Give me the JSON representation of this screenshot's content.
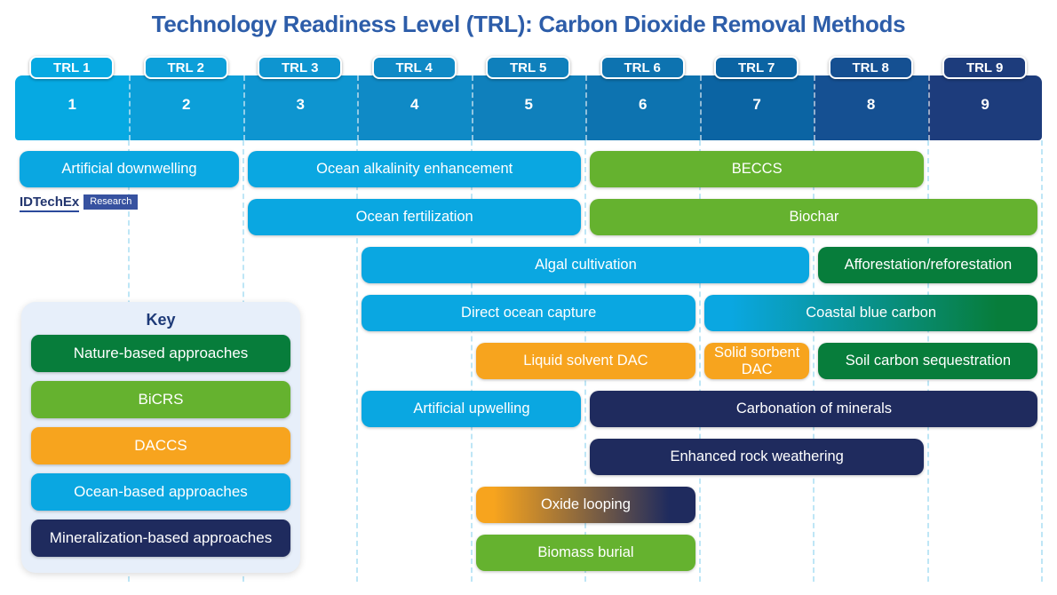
{
  "title": "Technology Readiness Level (TRL): Carbon Dioxide Removal Methods",
  "logo": {
    "name": "IDTechEx",
    "tag": "Research"
  },
  "palette": {
    "ocean": "#0aa7e1",
    "bicrs": "#65b22f",
    "nature": "#077d3b",
    "daccs": "#f7a41e",
    "mineral": "#1f2b5e",
    "title_color": "#2d5da9",
    "gridline": "#c9e2f4",
    "key_bg": "#e7effa",
    "column_colors": [
      "#06a9e2",
      "#0c9fd9",
      "#0e95d0",
      "#0f8ac6",
      "#0f80bc",
      "#0d73b0",
      "#0b64a3",
      "#155092",
      "#1d3c7c"
    ]
  },
  "trl_scale": {
    "badges": [
      "TRL 1",
      "TRL 2",
      "TRL 3",
      "TRL 4",
      "TRL 5",
      "TRL 6",
      "TRL 7",
      "TRL 8",
      "TRL 9"
    ],
    "numbers": [
      "1",
      "2",
      "3",
      "4",
      "5",
      "6",
      "7",
      "8",
      "9"
    ]
  },
  "key": {
    "title": "Key",
    "items": [
      {
        "label": "Nature-based approaches",
        "color": "nature"
      },
      {
        "label": "BiCRS",
        "color": "bicrs"
      },
      {
        "label": "DACCS",
        "color": "daccs"
      },
      {
        "label": "Ocean-based approaches",
        "color": "ocean"
      },
      {
        "label": "Mineralization-based approaches",
        "color": "mineral"
      }
    ]
  },
  "chart_data": {
    "type": "bar",
    "variant": "horizontal-range (Gantt-style) TRL chart",
    "title": "Technology Readiness Level (TRL): Carbon Dioxide Removal Methods",
    "xlabel": "Technology Readiness Level",
    "x_ticks": [
      1,
      2,
      3,
      4,
      5,
      6,
      7,
      8,
      9
    ],
    "x_range": [
      1,
      9
    ],
    "grid": "dashed vertical column separators",
    "legend_position": "bottom-left box titled Key",
    "methods": [
      {
        "name": "Artificial downwelling",
        "row": 1,
        "trl_start": 1,
        "trl_end": 2,
        "category": "Ocean-based approaches",
        "color": "ocean"
      },
      {
        "name": "Ocean alkalinity enhancement",
        "row": 1,
        "trl_start": 3,
        "trl_end": 5,
        "category": "Ocean-based approaches",
        "color": "ocean"
      },
      {
        "name": "BECCS",
        "row": 1,
        "trl_start": 6,
        "trl_end": 8,
        "category": "BiCRS",
        "color": "bicrs"
      },
      {
        "name": "Ocean fertilization",
        "row": 2,
        "trl_start": 3,
        "trl_end": 5,
        "category": "Ocean-based approaches",
        "color": "ocean"
      },
      {
        "name": "Biochar",
        "row": 2,
        "trl_start": 6,
        "trl_end": 9,
        "category": "BiCRS",
        "color": "bicrs"
      },
      {
        "name": "Algal cultivation",
        "row": 3,
        "trl_start": 4,
        "trl_end": 7,
        "category": "Ocean-based approaches",
        "color": "ocean"
      },
      {
        "name": "Afforestation/reforestation",
        "row": 3,
        "trl_start": 8,
        "trl_end": 9,
        "category": "Nature-based approaches",
        "color": "nature"
      },
      {
        "name": "Direct ocean capture",
        "row": 4,
        "trl_start": 4,
        "trl_end": 6,
        "category": "Ocean-based approaches",
        "color": "ocean"
      },
      {
        "name": "Coastal blue carbon",
        "row": 4,
        "trl_start": 7,
        "trl_end": 9,
        "category": "Ocean-based / Nature-based approaches",
        "color": "ocean-to-nature"
      },
      {
        "name": "Liquid solvent DAC",
        "row": 5,
        "trl_start": 5,
        "trl_end": 6,
        "category": "DACCS",
        "color": "daccs"
      },
      {
        "name": "Solid sorbent DAC",
        "row": 5,
        "trl_start": 7,
        "trl_end": 7,
        "category": "DACCS",
        "color": "daccs"
      },
      {
        "name": "Soil carbon sequestration",
        "row": 5,
        "trl_start": 8,
        "trl_end": 9,
        "category": "Nature-based approaches",
        "color": "nature"
      },
      {
        "name": "Artificial upwelling",
        "row": 6,
        "trl_start": 4,
        "trl_end": 5,
        "category": "Ocean-based approaches",
        "color": "ocean"
      },
      {
        "name": "Carbonation of minerals",
        "row": 6,
        "trl_start": 6,
        "trl_end": 9,
        "category": "Mineralization-based approaches",
        "color": "mineral"
      },
      {
        "name": "Enhanced rock weathering",
        "row": 7,
        "trl_start": 6,
        "trl_end": 8,
        "category": "Mineralization-based approaches",
        "color": "mineral"
      },
      {
        "name": "Oxide looping",
        "row": 8,
        "trl_start": 5,
        "trl_end": 6,
        "category": "DACCS / Mineralization-based approaches",
        "color": "daccs-to-mineral"
      },
      {
        "name": "Biomass burial",
        "row": 9,
        "trl_start": 5,
        "trl_end": 6,
        "category": "BiCRS",
        "color": "bicrs"
      }
    ]
  }
}
